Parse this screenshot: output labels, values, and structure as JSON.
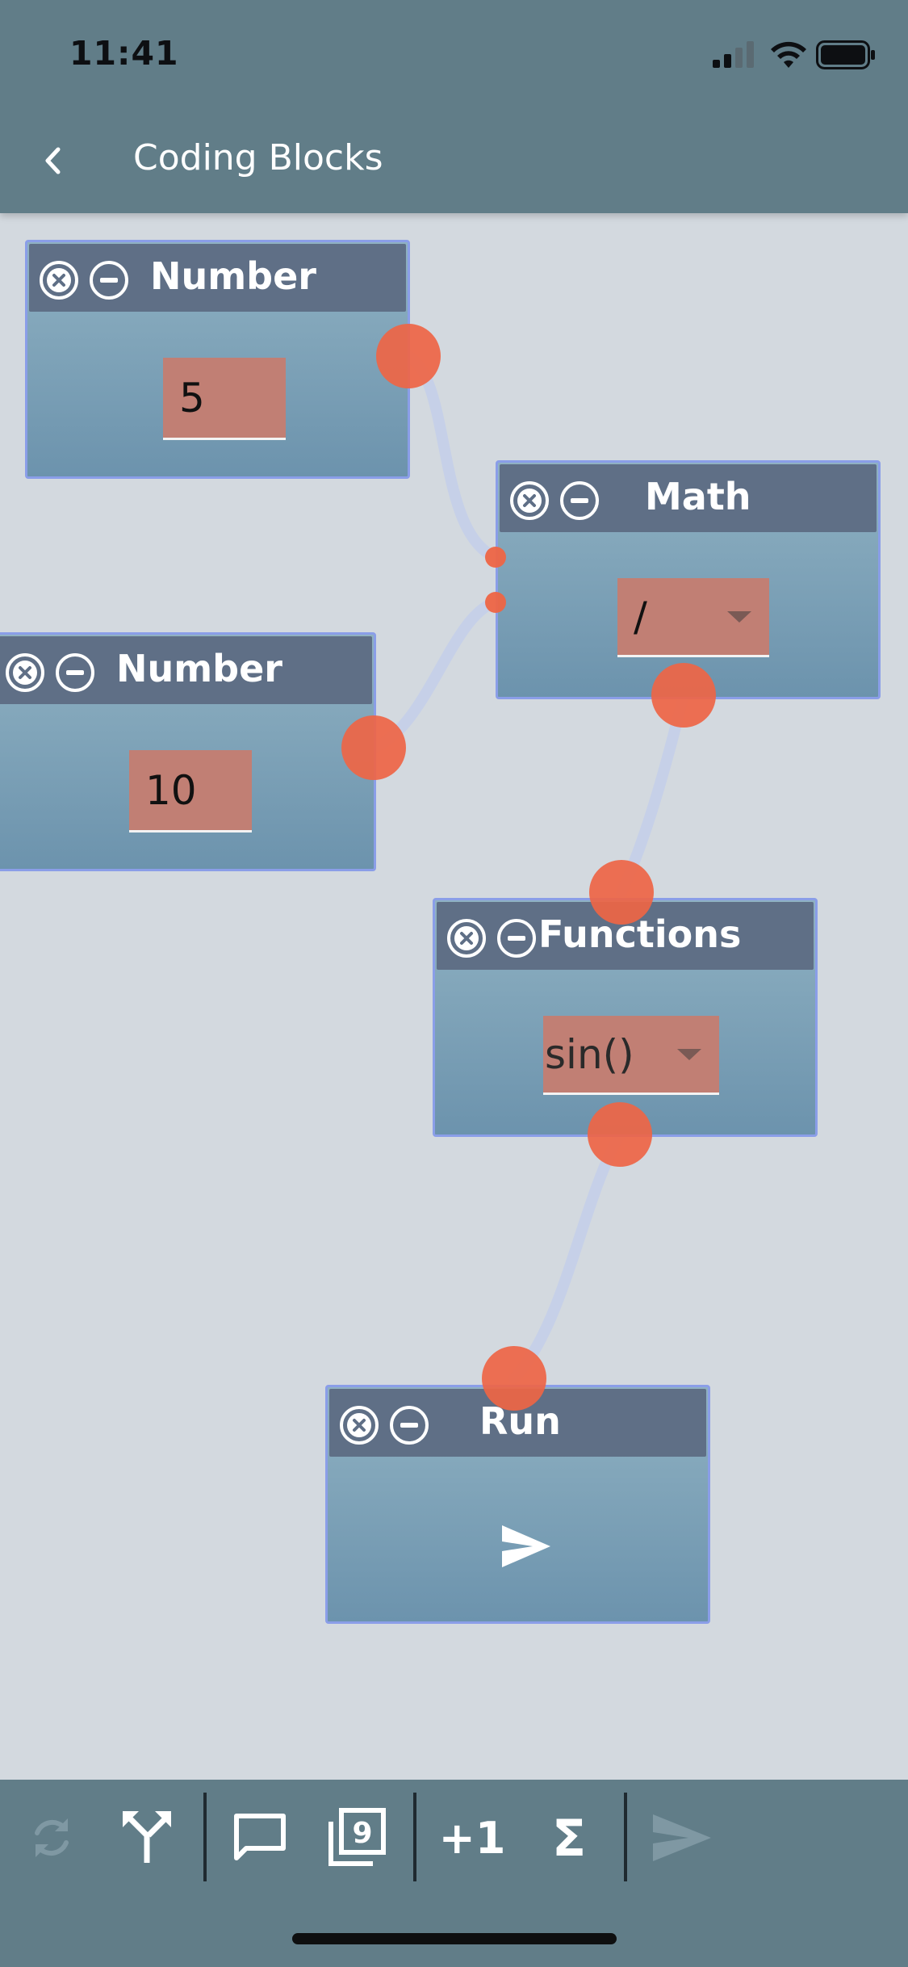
{
  "status_bar": {
    "time": "11:41",
    "icons": [
      "cellular-signal-icon",
      "wifi-icon",
      "battery-icon"
    ]
  },
  "header": {
    "back_icon": "chevron-left-icon",
    "title": "Coding Blocks"
  },
  "blocks": [
    {
      "id": "number-1",
      "title": "Number",
      "value": "5"
    },
    {
      "id": "math",
      "title": "Math",
      "selected_option": "/"
    },
    {
      "id": "number-2",
      "title": "Number",
      "value": "10"
    },
    {
      "id": "functions",
      "title": "Functions",
      "selected_option": "sin()"
    },
    {
      "id": "run",
      "title": "Run",
      "icon": "send-icon"
    }
  ],
  "block_header_icons": [
    "close-circle-icon",
    "minus-circle-icon"
  ],
  "toolbar": {
    "items": [
      {
        "name": "refresh-icon",
        "enabled": false
      },
      {
        "name": "fork-icon",
        "enabled": true
      },
      {
        "name": "comment-icon",
        "enabled": true
      },
      {
        "name": "number-stack-icon",
        "enabled": true
      },
      {
        "name": "increment",
        "label": "+1",
        "enabled": true
      },
      {
        "name": "sigma",
        "label": "Σ",
        "enabled": true
      },
      {
        "name": "send-icon",
        "enabled": false
      }
    ]
  },
  "colors": {
    "bar_background": "#617d88",
    "canvas_background": "#d3d9df",
    "block_header": "#5f6f86",
    "block_border": "#8a9ee8",
    "field_fill": "#c17f74",
    "port": "#ee6545",
    "wire": "#c6d0e8"
  }
}
